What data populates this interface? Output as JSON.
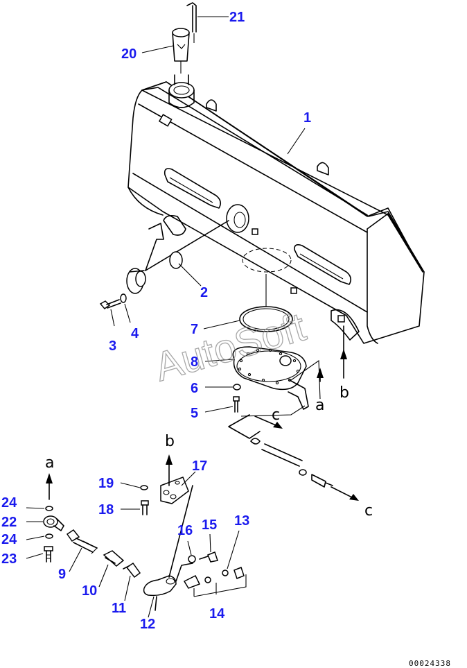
{
  "callouts": {
    "p1": "1",
    "p2": "2",
    "p3": "3",
    "p4": "4",
    "p5": "5",
    "p6": "6",
    "p7": "7",
    "p8": "8",
    "p9": "9",
    "p10": "10",
    "p11": "11",
    "p12": "12",
    "p13": "13",
    "p14": "14",
    "p15": "15",
    "p16": "16",
    "p17": "17",
    "p18": "18",
    "p19": "19",
    "p20": "20",
    "p21": "21",
    "p22": "22",
    "p23": "23",
    "p24a": "24",
    "p24b": "24"
  },
  "references": {
    "a_right": "a",
    "a_left": "a",
    "b_right": "b",
    "b_center": "b",
    "c_mid": "c",
    "c_right": "c"
  },
  "watermark": "AutoSoft",
  "drawing_code": "00024338",
  "colors": {
    "callout": "#1a1aee",
    "line": "#000000",
    "watermark": "#8a8a8a"
  }
}
